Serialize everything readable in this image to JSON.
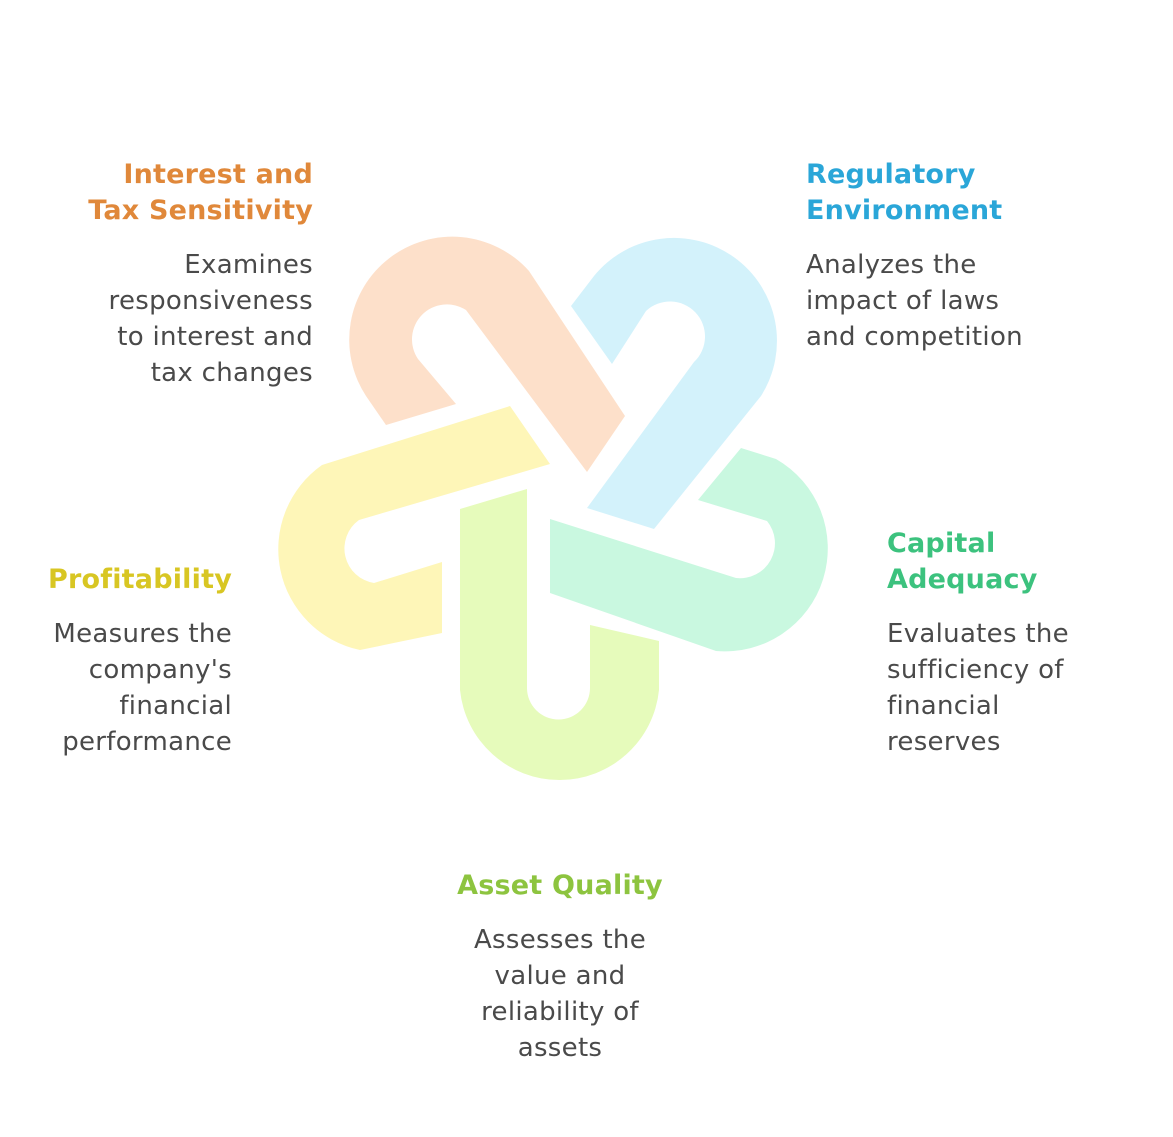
{
  "items": [
    {
      "id": "interest",
      "title": "Interest and\nTax Sensitivity",
      "description": "Examines\nresponsiveness\nto interest and\ntax changes",
      "color": "#E0883A",
      "fill": "#FDE0CA"
    },
    {
      "id": "regulatory",
      "title": "Regulatory\nEnvironment",
      "description": "Analyzes the\nimpact of laws\nand competition",
      "color": "#2AA6D8",
      "fill": "#D3F2FB"
    },
    {
      "id": "capital",
      "title": "Capital\nAdequacy",
      "description": "Evaluates the\nsufficiency of\nfinancial\nreserves",
      "color": "#3CC27E",
      "fill": "#C9F8E0"
    },
    {
      "id": "asset",
      "title": "Asset Quality",
      "description": "Assesses the\nvalue and\nreliability of\nassets",
      "color": "#8DC43F",
      "fill": "#E6FBBB"
    },
    {
      "id": "profit",
      "title": "Profitability",
      "description": "Measures the\ncompany's\nfinancial\nperformance",
      "color": "#D8C623",
      "fill": "#FEF6B8"
    }
  ]
}
